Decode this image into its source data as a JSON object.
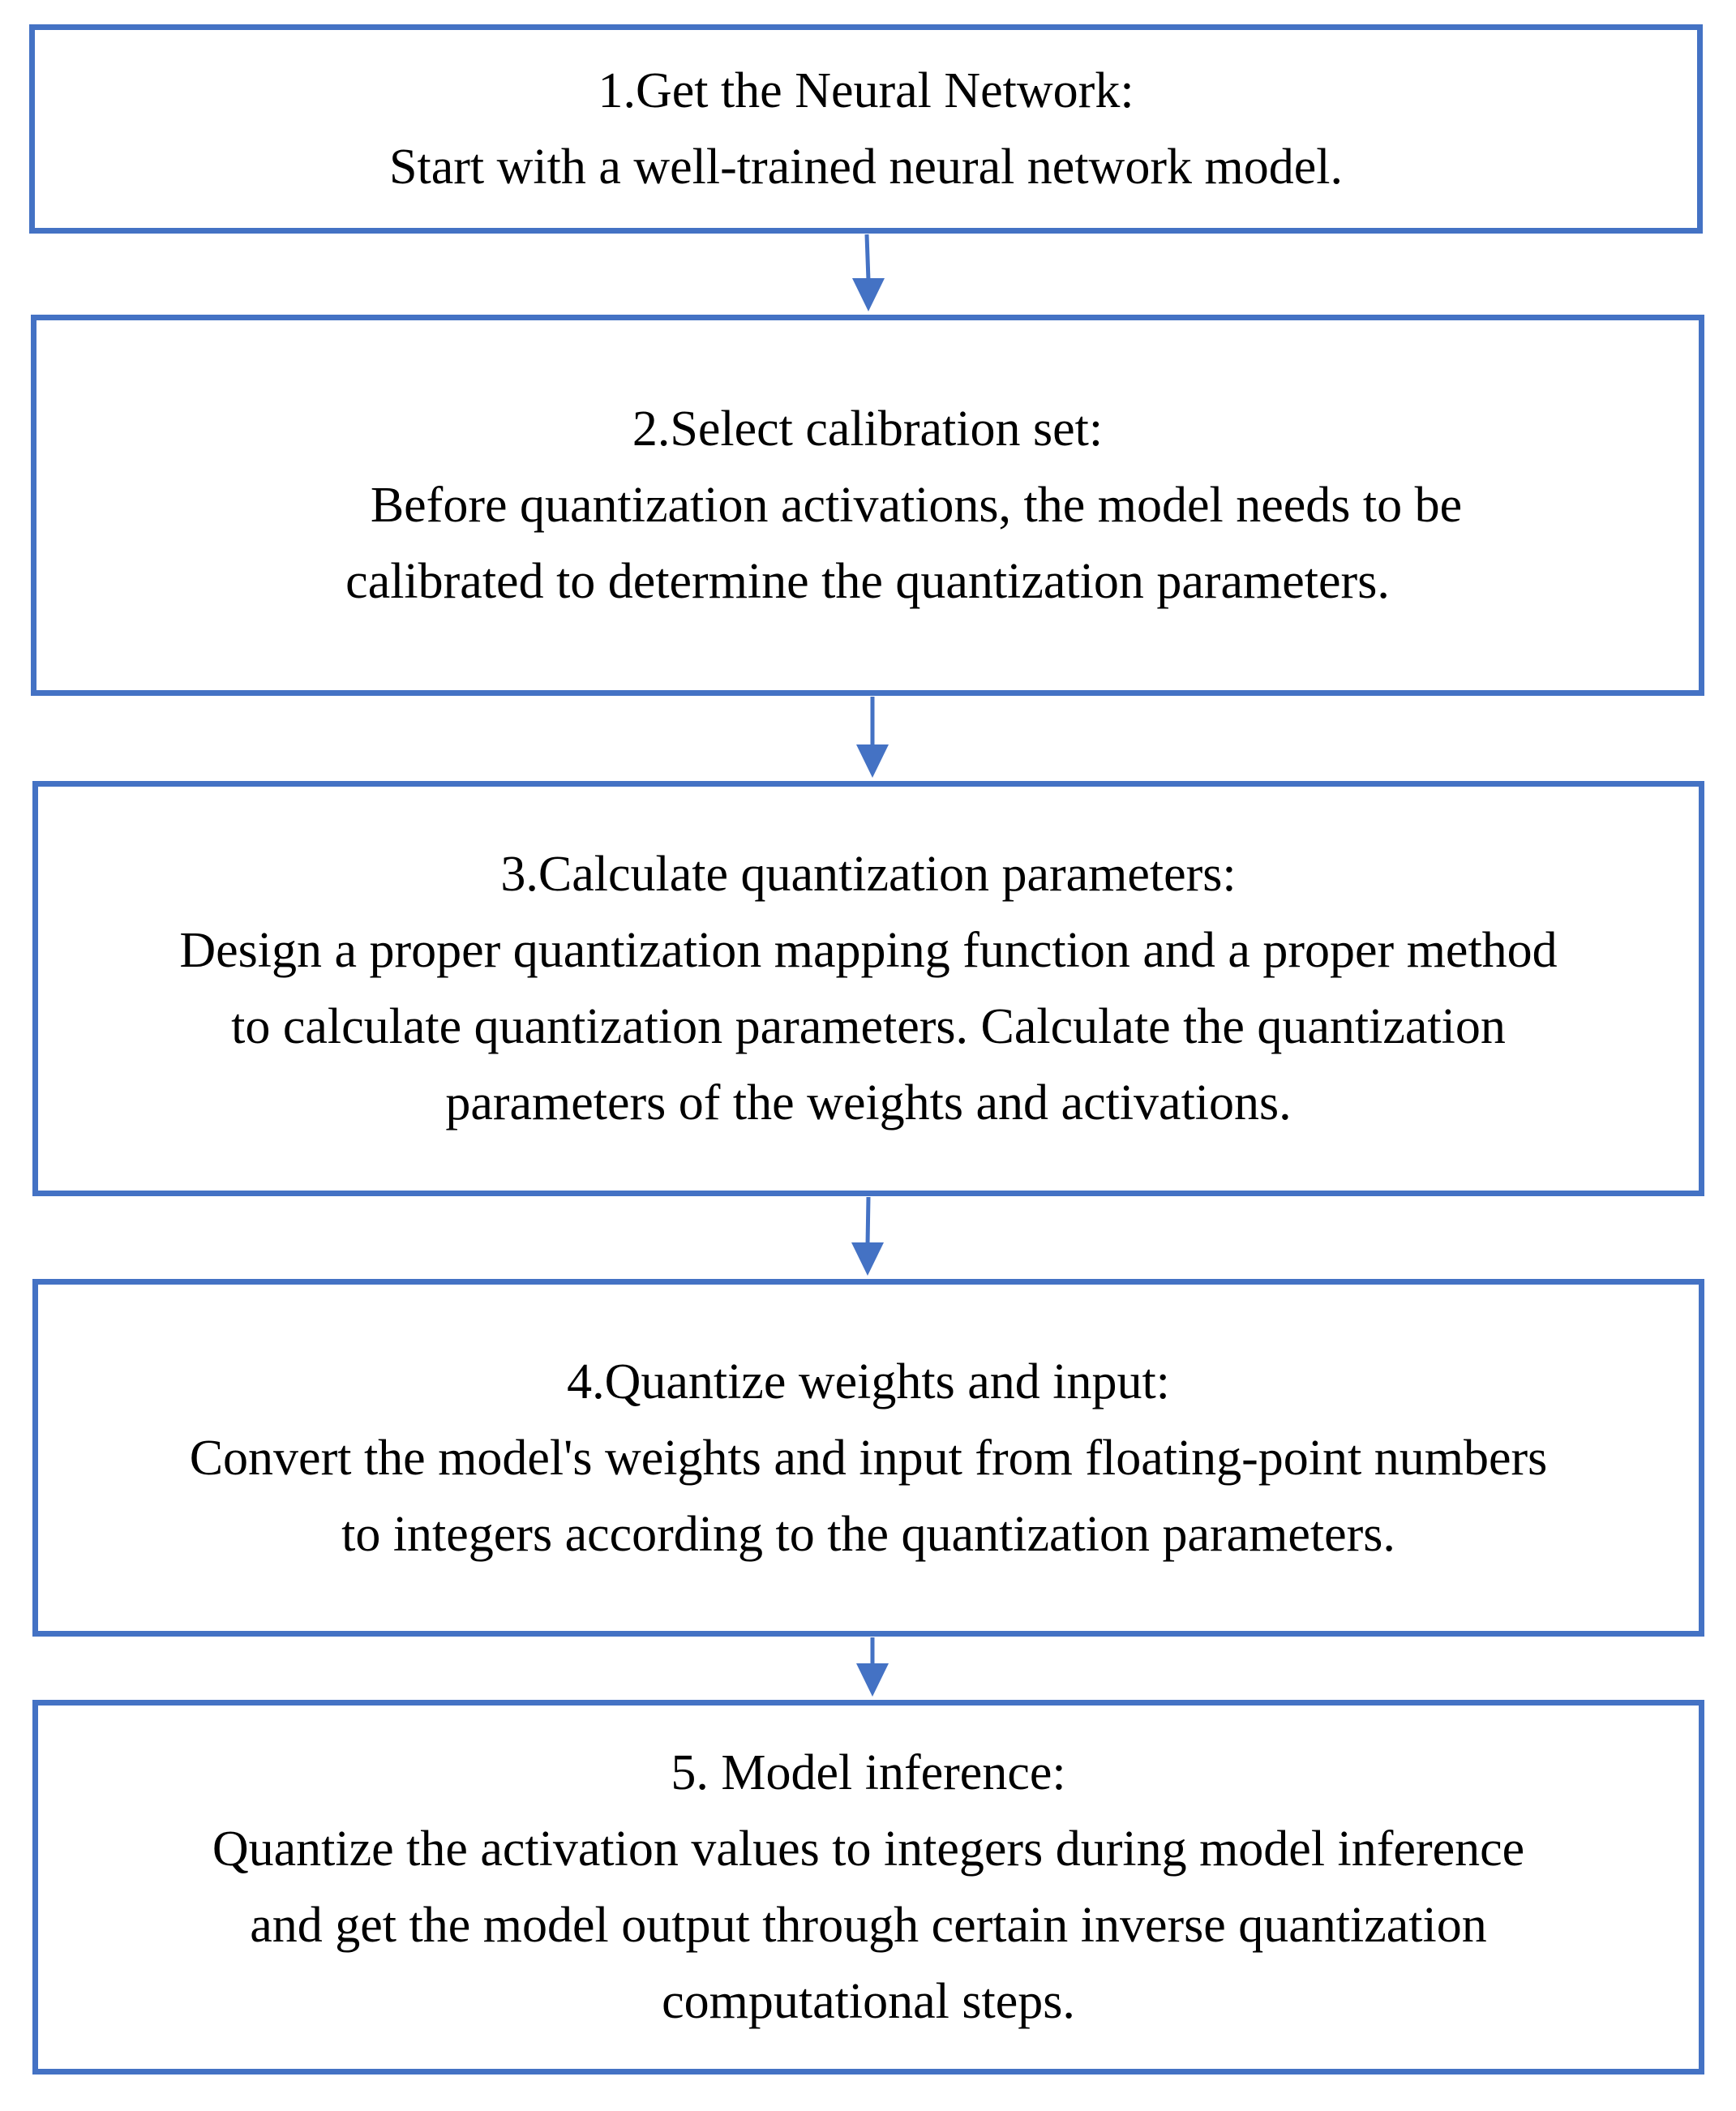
{
  "colors": {
    "box_border": "#4472c4",
    "arrow": "#4472c4",
    "text": "#000000",
    "background": "#ffffff"
  },
  "steps": [
    {
      "title": "1.Get the Neural Network:",
      "body": [
        "Start with a well-trained neural network model."
      ]
    },
    {
      "title": "2.Select calibration set:",
      "body": [
        "Before quantization activations, the model needs to be",
        "calibrated to determine the quantization parameters."
      ]
    },
    {
      "title": "3.Calculate quantization parameters:",
      "body": [
        "Design a proper quantization mapping function and a proper method",
        "to calculate quantization parameters. Calculate the quantization",
        "parameters of the weights and activations."
      ]
    },
    {
      "title": "4.Quantize weights and input:",
      "body": [
        "Convert the model's weights and input from floating-point numbers",
        "to integers according to the quantization parameters."
      ]
    },
    {
      "title": "5. Model inference:",
      "body": [
        "Quantize the activation values to integers during model inference",
        "and get the model output through certain inverse quantization",
        "computational steps."
      ]
    }
  ]
}
